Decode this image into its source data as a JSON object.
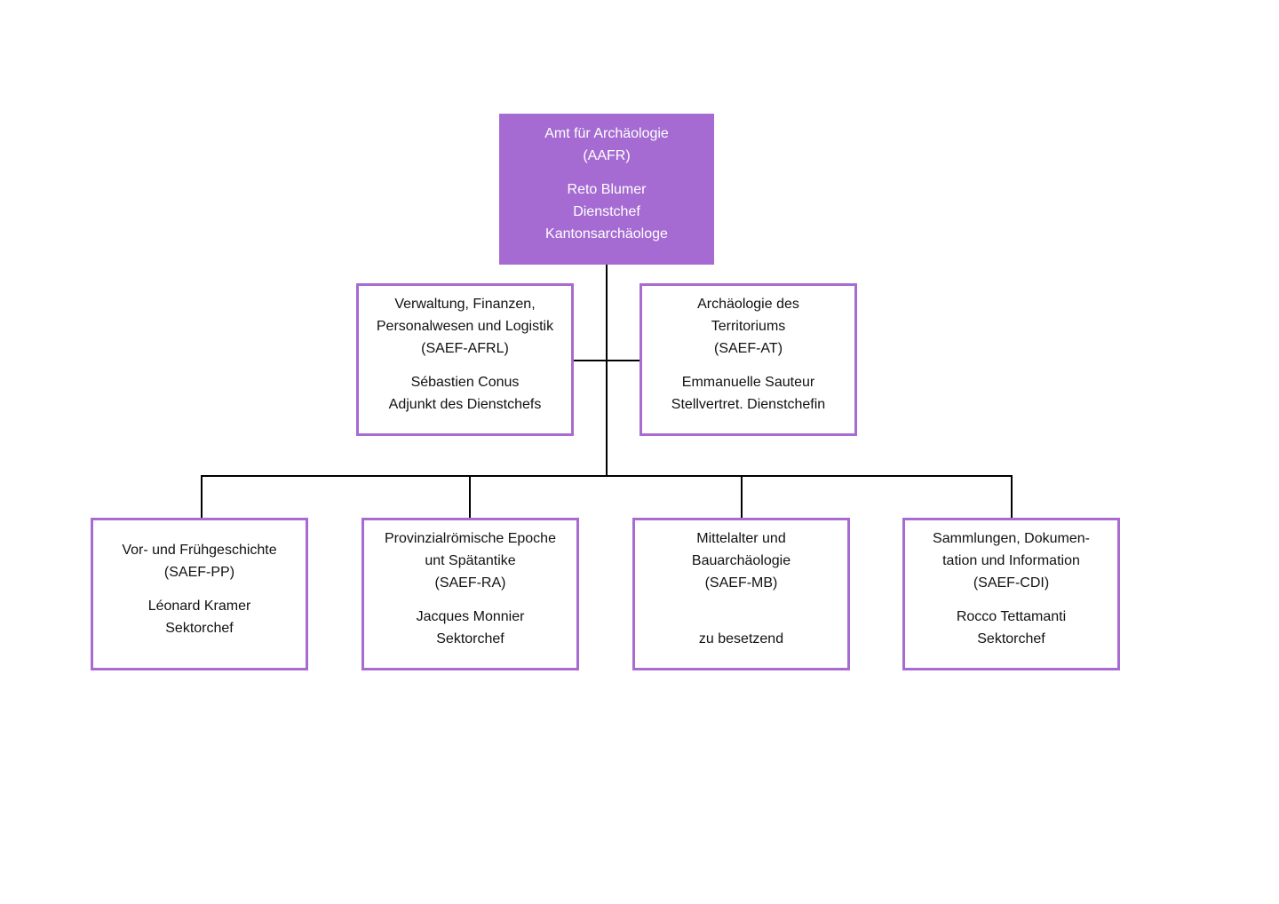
{
  "colors": {
    "head_fill": "#a56bd2",
    "box_border": "#a86bd1",
    "connector": "#000000",
    "head_text": "#ffffff",
    "text": "#111111"
  },
  "head": {
    "unit": "Amt für Archäologie\n(AAFR)",
    "person": "Reto Blumer\nDienstchef\nKantonsarchäologe"
  },
  "staff": [
    {
      "unit": "Verwaltung, Finanzen,\nPersonalwesen und Logistik\n(SAEF-AFRL)",
      "person": "Sébastien Conus\nAdjunkt des Dienstchefs"
    },
    {
      "unit": "Archäologie des\nTerritoriums\n(SAEF-AT)",
      "person": "Emmanuelle Sauteur\nStellvertret. Dienstchefin"
    }
  ],
  "sectors": [
    {
      "unit": "Vor- und Frühgeschichte\n(SAEF-PP)",
      "person": "Léonard Kramer\nSektorchef"
    },
    {
      "unit": "Provinzialrömische Epoche\nunt Spätantike\n(SAEF-RA)",
      "person": "Jacques Monnier\nSektorchef"
    },
    {
      "unit": "Mittelalter und\nBauarchäologie\n(SAEF-MB)",
      "person": "\nzu besetzend"
    },
    {
      "unit": "Sammlungen, Dokumen-\ntation und Information\n(SAEF-CDI)",
      "person": "Rocco Tettamanti\nSektorchef"
    }
  ]
}
